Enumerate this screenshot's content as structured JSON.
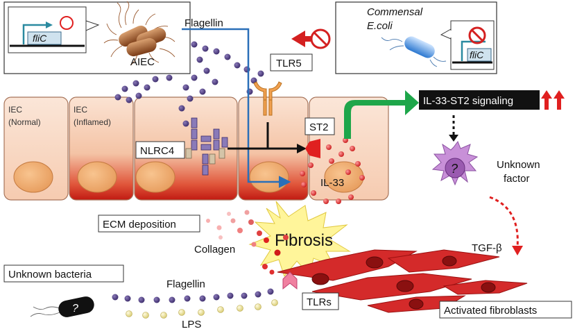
{
  "labels": {
    "aiec": "AIEC",
    "flagellin_top": "Flagellin",
    "fliC_left": "fliC",
    "commensal_line1": "Commensal",
    "commensal_line2": "E.coli",
    "fliC_right": "fliC",
    "tlr5": "TLR5",
    "iec_normal_1": "IEC",
    "iec_normal_2": "(Normal)",
    "iec_inflamed_1": "IEC",
    "iec_inflamed_2": "(Inflamed)",
    "nlrc4": "NLRC4",
    "st2": "ST2",
    "il33": "IL-33",
    "signaling": "IL-33-ST2 signaling",
    "unknown_factor_1": "Unknown",
    "unknown_factor_2": "factor",
    "question_cell": "?",
    "ecm": "ECM deposition",
    "fibrosis": "Fibrosis",
    "collagen": "Collagen",
    "tgf": "TGF-β",
    "unknown_bacteria": "Unknown bacteria",
    "question_bacteria": "?",
    "flagellin_bottom": "Flagellin",
    "lps": "LPS",
    "tlrs": "TLRs",
    "activated_fibroblasts": "Activated fibroblasts"
  },
  "colors": {
    "flagellin_dot": "#4a3a7a",
    "lps_dot": "#f1e8a0",
    "il33_dot": "#e03030",
    "arrow_blue": "#2a6fb8",
    "arrow_green": "#1ea64a",
    "inhibit_red": "#d42020",
    "fibroblast": "#d42a2a",
    "dendritic": "#c890d8",
    "fibrosis_burst": "#fff59a"
  },
  "icons": [
    "no-sign-icon",
    "up-arrow-icon",
    "question-mark-icon",
    "cell-nucleus-icon"
  ]
}
